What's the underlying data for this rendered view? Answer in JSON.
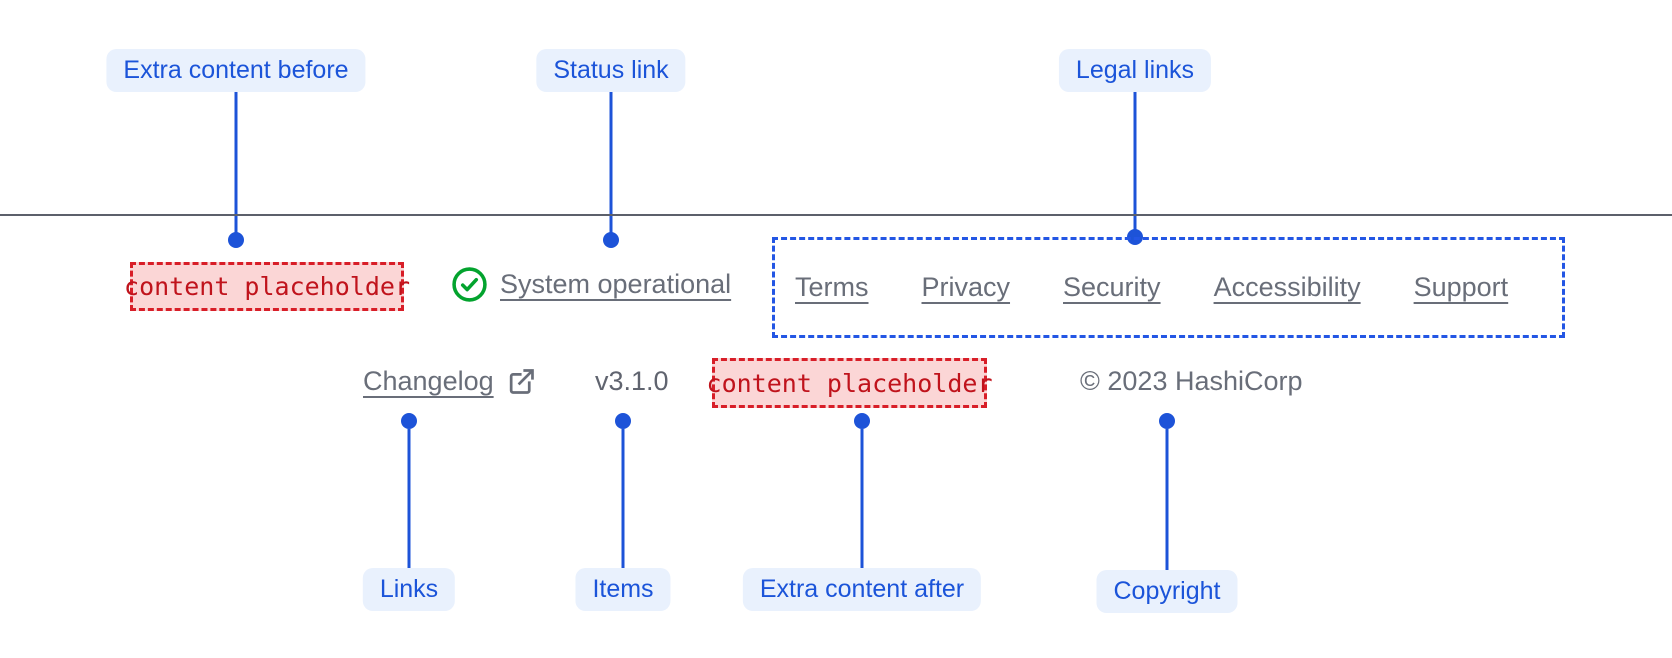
{
  "callouts": {
    "extra_content_before": "Extra content before",
    "status_link": "Status link",
    "legal_links": "Legal links",
    "links": "Links",
    "items": "Items",
    "extra_content_after": "Extra content after",
    "copyright": "Copyright"
  },
  "footer": {
    "extra_content_before": "content placeholder",
    "status": "System operational",
    "legal_links": [
      "Terms",
      "Privacy",
      "Security",
      "Accessibility",
      "Support"
    ],
    "links": [
      "Changelog"
    ],
    "version": "v3.1.0",
    "extra_content_after": "content placeholder",
    "copyright": "© 2023 HashiCorp"
  },
  "icons": {
    "status": "check-circle-icon",
    "changelog": "external-link-icon"
  },
  "colors": {
    "accent_blue": "#1d53d8",
    "pill_bg": "#e9f1fd",
    "pill_text": "#1b54d9",
    "divider_gray": "#5c606b",
    "link_gray": "#696e79",
    "text_gray": "#60646f",
    "placeholder_text_red": "#c0131c",
    "placeholder_border_red": "#d81e28",
    "placeholder_bg_pink": "#fbd6d6",
    "legal_border_blue": "#2356e4",
    "success_green": "#03a32e"
  }
}
